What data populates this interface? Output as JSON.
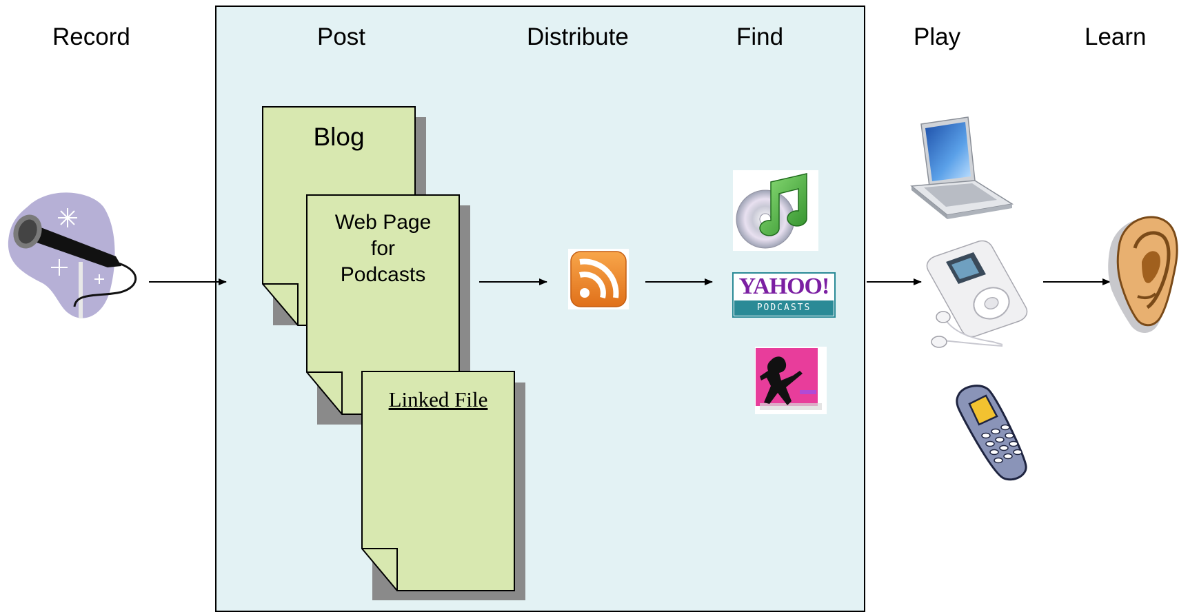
{
  "stages": {
    "record": "Record",
    "post": "Post",
    "distribute": "Distribute",
    "find": "Find",
    "play": "Play",
    "learn": "Learn"
  },
  "documents": {
    "blog": "Blog",
    "web_page_line1": "Web Page",
    "web_page_line2": "for",
    "web_page_line3": "Podcasts",
    "linked_file": "Linked File"
  },
  "logos": {
    "yahoo_main": "YAHOO!",
    "yahoo_sub": "PODCASTS"
  },
  "icons": [
    "microphone-icon",
    "rss-feed-icon",
    "itunes-icon",
    "yahoo-podcasts-logo",
    "podcast-dancer-icon",
    "laptop-icon",
    "mp3-player-icon",
    "earbuds-icon",
    "mobile-phone-icon",
    "ear-icon"
  ],
  "colors": {
    "panel": "#e3f2f4",
    "document": "#d8e8b0",
    "shadow": "#8a8a8a",
    "rss": "#f08a24",
    "yahoo_purple": "#7b1fa2",
    "yahoo_teal": "#2a8a96"
  }
}
